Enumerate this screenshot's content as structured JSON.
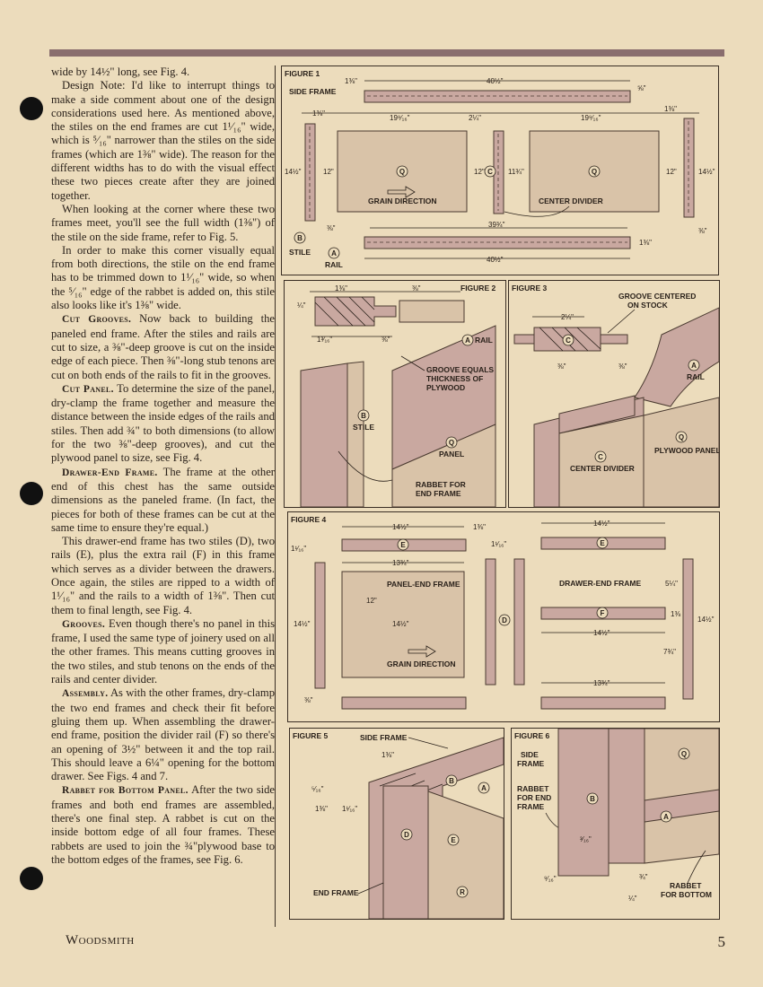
{
  "article": {
    "p1": "wide by 14½\" long, see Fig. 4.",
    "p2": "Design Note: I'd like to interrupt things to make a side comment about one of the design considerations used here. As mentioned above, the stiles on the end frames are cut 1¹⁄₁₆\" wide, which is ⁵⁄₁₆\" narrower than the stiles on the side frames (which are 1⅜\" wide). The reason for the different widths has to do with the visual effect these two pieces create after they are joined together.",
    "p3": "When looking at the corner where these two frames meet, you'll see the full width (1⅜\") of the stile on the side frame, refer to Fig. 5.",
    "p4": "In order to make this corner visually equal from both directions, the stile on the end frame has to be trimmed down to 1¹⁄₁₆\" wide, so when the ⁵⁄₁₆\" edge of the rabbet is added on, this stile also looks like it's 1⅜\" wide.",
    "h5": "Cut Grooves.",
    "p5": "Now back to building the paneled end frame. After the stiles and rails are cut to size, a ⅜\"-deep groove is cut on the inside edge of each piece. Then ⅜\"-long stub tenons are cut on both ends of the rails to fit in the grooves.",
    "h6": "Cut Panel.",
    "p6": "To determine the size of the panel, dry-clamp the frame together and measure the distance between the inside edges of the rails and stiles. Then add ¾\" to both dimensions (to allow for the two ⅜\"-deep grooves), and cut the plywood panel to size, see Fig. 4.",
    "h7": "Drawer-End Frame.",
    "p7": "The frame at the other end of this chest has the same outside dimensions as the paneled frame. (In fact, the pieces for both of these frames can be cut at the same time to ensure they're equal.)",
    "p8": "This drawer-end frame has two stiles (D), two rails (E), plus the extra rail (F) in this frame which serves as a divider between the drawers. Once again, the stiles are ripped to a width of 1¹⁄₁₆\" and the rails to a width of 1⅜\". Then cut them to final length, see Fig. 4.",
    "h9": "Grooves.",
    "p9": "Even though there's no panel in this frame, I used the same type of joinery used on all the other frames. This means cutting grooves in the two stiles, and stub tenons on the ends of the rails and center divider.",
    "h10": "Assembly.",
    "p10": "As with the other frames, dry-clamp the two end frames and check their fit before gluing them up. When assembling the drawer-end frame, position the divider rail (F) so there's an opening of 3½\" between it and the top rail. This should leave a 6¼\" opening for the bottom drawer. See Figs. 4 and 7.",
    "h11": "Rabbet for Bottom Panel.",
    "p11": "After the two side frames and both end frames are assembled, there's one final step. A rabbet is cut on the inside bottom edge of all four frames. These rabbets are used to join the ¾\"plywood base to the bottom edges of the frames, see Fig. 6."
  },
  "footer": {
    "magazine": "Woodsmith",
    "page": "5"
  },
  "fig1": {
    "title": "FIGURE 1",
    "side_frame": "SIDE FRAME",
    "stile": "STILE",
    "rail": "RAIL",
    "grain": "GRAIN DIRECTION",
    "center_divider": "CENTER DIVIDER",
    "d_top": "40½\"",
    "d_138a": "1⅜\"",
    "d_58": "⅝\"",
    "d_138b": "1⅜\"",
    "d_1916a": "19⁹⁄₁₆\"",
    "d_214": "2¼\"",
    "d_1916b": "19⁹⁄₁₆\"",
    "d_138c": "1⅜\"",
    "d_1412a": "14½\"",
    "d_12a": "12\"",
    "d_12b": "12\"",
    "d_1134": "11¾\"",
    "d_12c": "12\"",
    "d_1412b": "14½\"",
    "d_38a": "⅜\"",
    "d_3934": "39¾\"",
    "d_38b": "⅜\"",
    "d_138d": "1⅜\"",
    "d_bot": "40½\"",
    "lb": "B",
    "la": "A",
    "lq1": "Q",
    "lc": "C",
    "lq2": "Q"
  },
  "fig2": {
    "title": "FIGURE 2",
    "rail": "RAIL",
    "groove": "GROOVE EQUALS",
    "groove2": "THICKNESS OF",
    "groove3": "PLYWOOD",
    "stile": "STILE",
    "panel": "PANEL",
    "rabbet": "RABBET FOR",
    "rabbet2": "END FRAME",
    "d1": "1⅜\"",
    "d2": "⅜\"",
    "d3": "¼\"",
    "d4": "1³⁄₁₆\"",
    "d5": "⅜\"",
    "la": "A",
    "lb": "B",
    "lq": "Q"
  },
  "fig3": {
    "title": "FIGURE 3",
    "groove": "GROOVE CENTERED",
    "groove2": "ON STOCK",
    "rail": "RAIL",
    "center_divider": "CENTER DIVIDER",
    "plywood": "PLYWOOD PANEL",
    "d1": "2¼\"",
    "d2": "⅜\"",
    "d3": "⅜\"",
    "lc1": "C",
    "la": "A",
    "lc2": "C",
    "lq": "Q"
  },
  "fig4": {
    "title": "FIGURE 4",
    "panel_end": "PANEL-END FRAME",
    "grain": "GRAIN DIRECTION",
    "drawer_end": "DRAWER-END FRAME",
    "d1": "14½\"",
    "d2": "1⅜\"",
    "d3": "1¹⁄₁₆\"",
    "d4": "1¹⁄₁₆\"",
    "d5": "13¾\"",
    "d6": "12\"",
    "d7": "14½\"",
    "d8": "14½\"",
    "d9": "⅜\"",
    "d10": "14½\"",
    "d11": "5¼\"",
    "d12": "1⅜",
    "d13": "14½\"",
    "d14": "14½\"",
    "d15": "7¾\"",
    "d16": "13¾\"",
    "le1": "E",
    "ld": "D",
    "le2": "E",
    "lf": "F"
  },
  "fig5": {
    "title": "FIGURE 5",
    "side_frame": "SIDE FRAME",
    "end_frame": "END FRAME",
    "d1": "1⅜\"",
    "d2": "⁵⁄₁₆\"",
    "d3": "1⅜\"",
    "d4": "1¹⁄₁₆\"",
    "lb": "B",
    "la": "A",
    "ld": "D",
    "le": "E",
    "lr": "R"
  },
  "fig6": {
    "title": "FIGURE 6",
    "side": "SIDE",
    "side2": "FRAME",
    "rab": "RABBET",
    "rab2": "FOR END",
    "rab3": "FRAME",
    "rab_bot": "RABBET",
    "rab_bot2": "FOR BOTTOM",
    "d1": "³⁄₁₆\"",
    "d2": "⁹⁄₁₆\"",
    "d3": "¾\"",
    "d4": "¼\"",
    "lq": "Q",
    "lb": "B",
    "la": "A"
  }
}
